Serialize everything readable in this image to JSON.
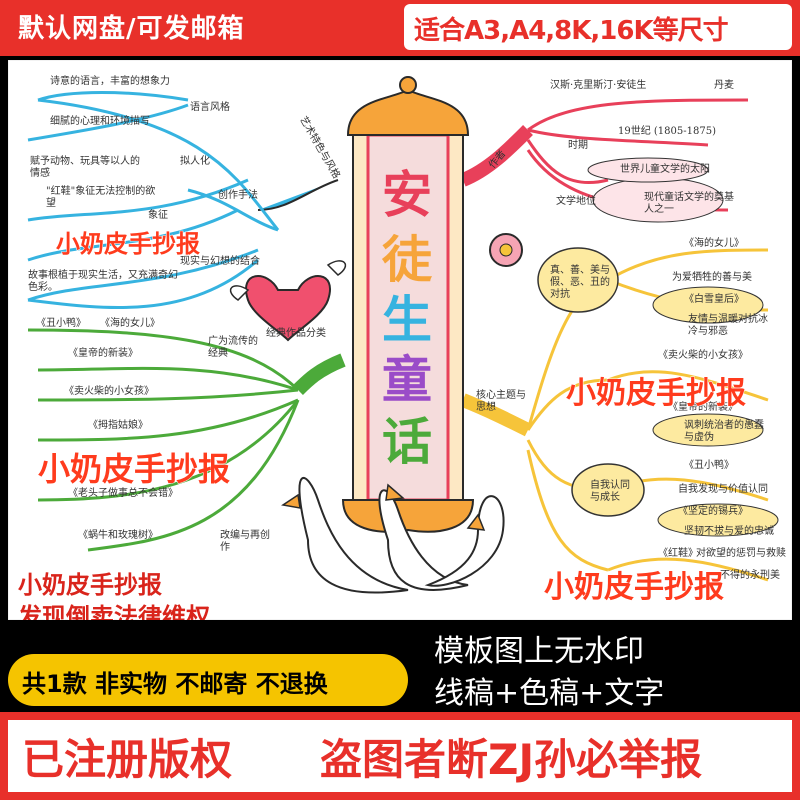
{
  "banner": {
    "top_left": "默认网盘/可发邮箱",
    "top_right": "适合A3,A4,8K,16K等尺寸",
    "bottom_left_line1": "小奶皮手抄报",
    "bottom_left_line2": "发现倒卖法律维权",
    "pill": "共1款  非实物  不邮寄  不退换",
    "right_line1": "模板图上无水印",
    "right_line2": "线稿+色稿+文字",
    "bottom_left_big": "已注册版权",
    "bottom_right_big": "盗图者断ZJ孙必举报"
  },
  "poster": {
    "title_chars": [
      "安",
      "徒",
      "生",
      "童",
      "话"
    ],
    "watermark": "小奶皮手抄报",
    "branches": {
      "style": {
        "label": "艺术特色与风格",
        "sub1": "语言风格",
        "items1": [
          "诗意的语言，丰富的想象力",
          "细腻的心理和环境描写"
        ],
        "sub2": "创作手法",
        "items2": [
          "赋予动物、玩具等以人的情感",
          "拟人化",
          "\"红鞋\"象征无法控制的欲望",
          "象征",
          "故事根植于现实生活，又充满奇幻色彩。",
          "现实与幻想的结合"
        ]
      },
      "author": {
        "label": "作者",
        "name": "汉斯·克里斯汀·安徒生",
        "country": "丹麦",
        "period_label": "时期",
        "period": "19世纪 (1805-1875)",
        "status_label": "文学地位",
        "status1": "世界儿童文学的太阳",
        "status2": "现代童话文学的奠基人之一"
      },
      "works": {
        "label": "经典作品分类",
        "sub1": "广为流传的经典",
        "items": [
          "《丑小鸭》",
          "《海的女儿》",
          "《皇帝的新装》",
          "《卖火柴的小女孩》",
          "《拇指姑娘》",
          "《老头子做事总不会错》",
          "《蜗牛和玫瑰树》"
        ],
        "sub2": "改编与再创作"
      },
      "themes": {
        "label": "核心主题与思想",
        "sub1": "真、善、美与假、恶、丑的对抗",
        "items1": [
          "《海的女儿》",
          "为爱牺牲的善与美",
          "《白雪皇后》",
          "友情与温暖对抗冰冷与邪恶",
          "《卖火柴的小女孩》",
          "《皇帝的新装》",
          "讽刺统治者的愚蠢与虚伪"
        ],
        "sub2": "自我认同与成长",
        "items2": [
          "《丑小鸭》",
          "自我发现与价值认同",
          "《坚定的锡兵》",
          "坚韧不拔与爱的忠诚"
        ],
        "items3": [
          "《红鞋》",
          "对欲望的惩罚与救赎",
          "不得的永刑美"
        ]
      }
    }
  }
}
